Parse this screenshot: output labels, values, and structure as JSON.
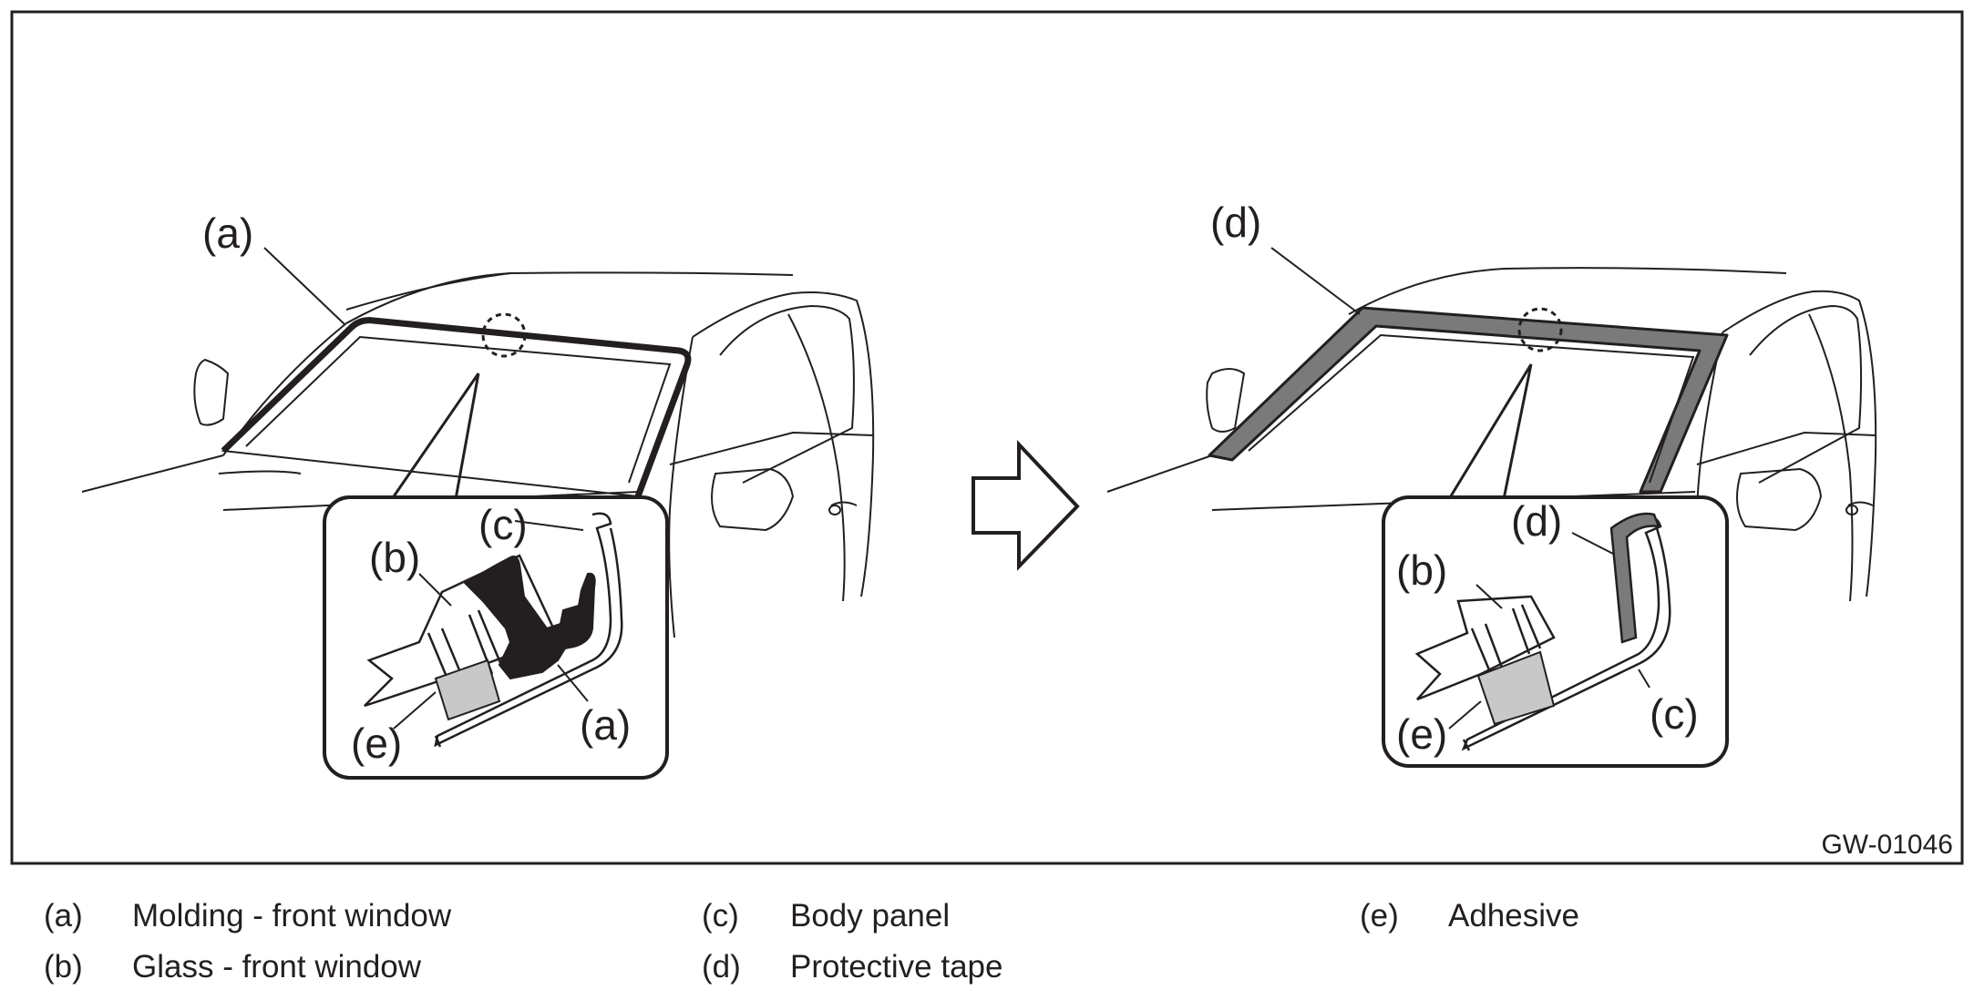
{
  "figure": {
    "left_panel": {
      "callouts": {
        "a_top": "(a)",
        "b": "(b)",
        "c": "(c)",
        "e": "(e)",
        "a_inset": "(a)"
      }
    },
    "right_panel": {
      "callouts": {
        "d_top": "(d)",
        "d_inset": "(d)",
        "b": "(b)",
        "e": "(e)",
        "c": "(c)"
      }
    },
    "figure_code": "GW-01046",
    "colors": {
      "line": "#231f20",
      "molding": "#231f20",
      "tape": "#7a7a7a",
      "adhesive": "#c8c8c8"
    }
  },
  "legend": {
    "items": [
      {
        "key": "(a)",
        "text": "Molding - front window"
      },
      {
        "key": "(b)",
        "text": "Glass - front window"
      },
      {
        "key": "(c)",
        "text": "Body panel"
      },
      {
        "key": "(d)",
        "text": "Protective tape"
      },
      {
        "key": "(e)",
        "text": "Adhesive"
      }
    ]
  }
}
